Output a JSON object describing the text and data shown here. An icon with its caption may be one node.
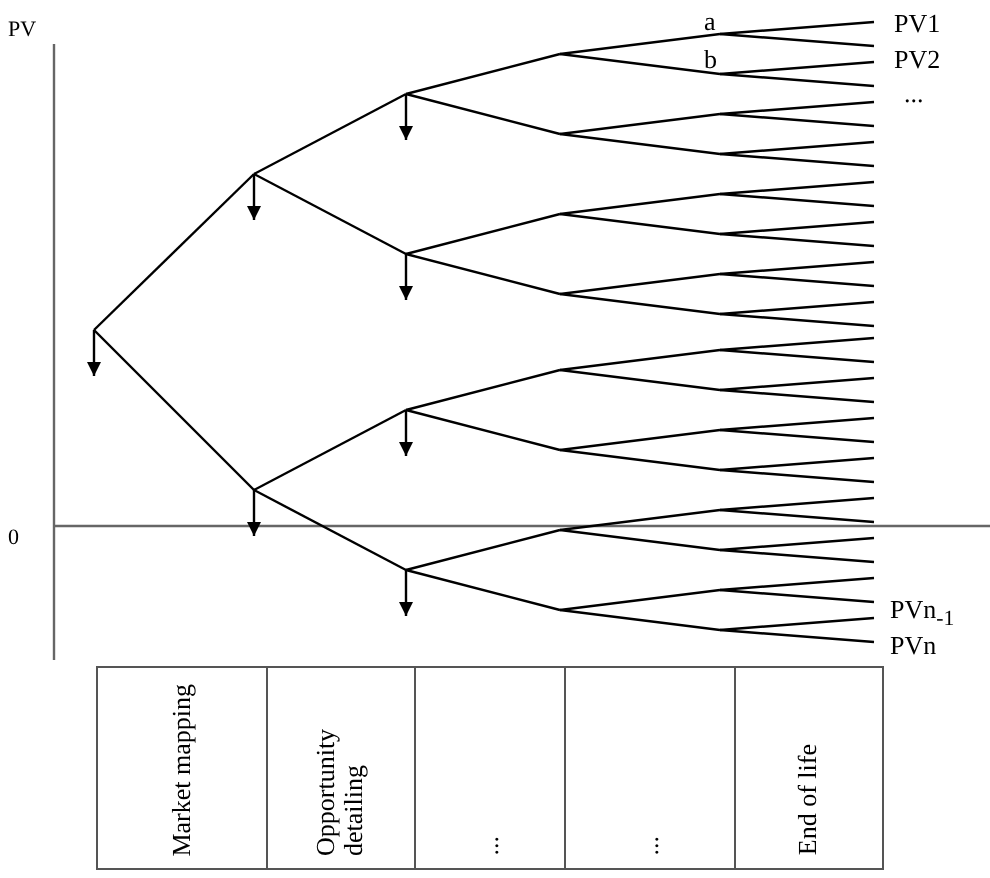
{
  "diagram": {
    "nodes": [
      {
        "text": [
          "Market mapping"
        ]
      },
      {
        "text": [
          "Opportunity detailing"
        ]
      },
      {
        "text": [
          "..."
        ]
      },
      {
        "text": [
          "..."
        ]
      },
      {
        "text": [
          "End of life"
        ]
      }
    ],
    "labels": [
      "a",
      "PV1",
      "PV",
      "b",
      "PV2",
      "...",
      "0",
      "PVn$_{-1}$",
      "PVn"
    ]
  }
}
